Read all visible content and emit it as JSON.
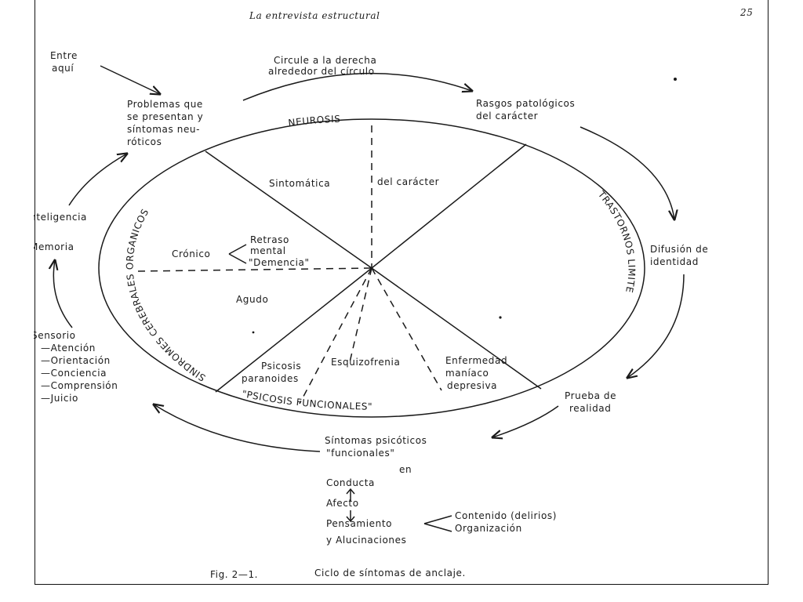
{
  "header": {
    "title": "La entrevista estructural",
    "page_number": "25"
  },
  "entry": {
    "line1": "Entre",
    "line2": "aquí"
  },
  "circle_instruction": {
    "line1": "Circule a la derecha",
    "line2": "alrededor del círculo"
  },
  "outside": {
    "problems": [
      "Problemas que",
      "se presentan y",
      "síntomas neu-",
      "róticos"
    ],
    "traits": [
      "Rasgos patológicos",
      "del carácter"
    ],
    "identity": [
      "Difusión de",
      "identidad"
    ],
    "reality": [
      "Prueba de",
      "realidad"
    ],
    "psychotic": [
      "Síntomas psicóticos",
      "\"funcionales\""
    ],
    "intelligence": "Inteligencia",
    "memory": "Memoria",
    "sensorium": [
      "Sensorio",
      "—Atención",
      "—Orientación",
      "—Conciencia",
      "—Comprensión",
      "—Juicio"
    ]
  },
  "arcs": {
    "neurosis": "NEUROSIS",
    "borderline": "TRASTORNOS LIMITE",
    "psychoses": "\"PSICOSIS FUNCIONALES\"",
    "organic": "SINDROMES CEREBRALES ORGANICOS"
  },
  "inside": {
    "symptomatic": "Sintomática",
    "character": "del carácter",
    "chronic": "Crónico",
    "retardation": [
      "Retraso",
      "mental"
    ],
    "dementia": "\"Demencia\"",
    "acute": "Agudo",
    "paranoid": [
      "Psicosis",
      "paranoides"
    ],
    "schizophrenia": "Esquizofrenia",
    "manic": [
      "Enfermedad",
      "maníaco",
      "depresiva"
    ]
  },
  "bottom_list": {
    "in": "en",
    "conduct": "Conducta",
    "affect": "Afecto",
    "thought": "Pensamiento",
    "content": "Contenido (delirios)",
    "organization": "Organización",
    "hallucinations": "y Alucinaciones"
  },
  "caption": {
    "fig": "Fig. 2—1.",
    "text": "Ciclo de síntomas de anclaje."
  }
}
